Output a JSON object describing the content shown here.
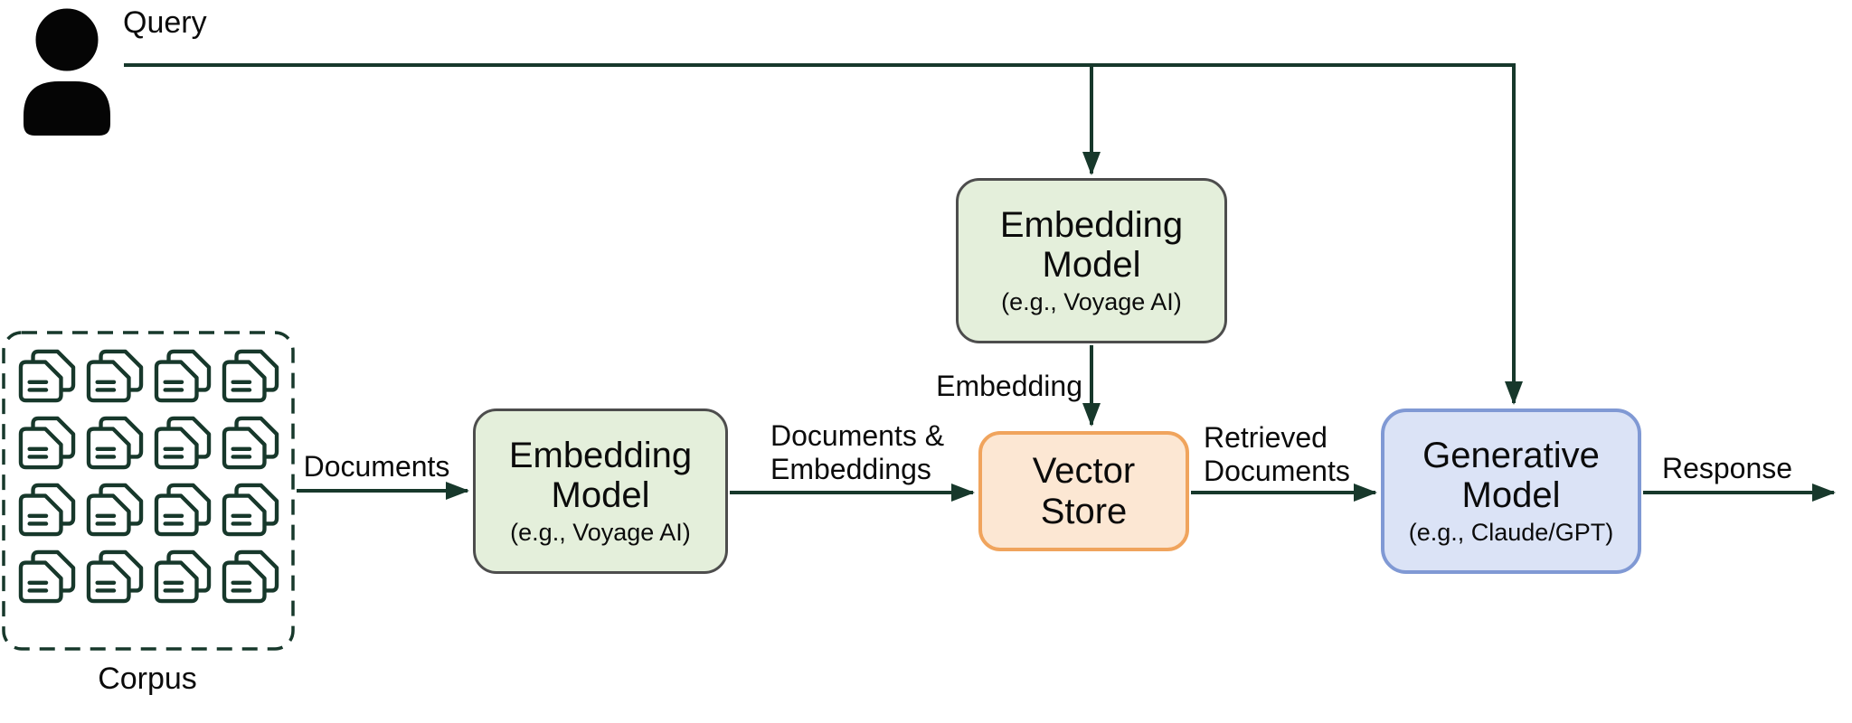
{
  "colors": {
    "line": "#17382b",
    "text": "#111111",
    "green_fill": "#e4efdb",
    "green_border": "#4d4d4d",
    "orange_fill": "#fce7d3",
    "orange_border": "#f0a45d",
    "blue_fill": "#dbe3f6",
    "blue_border": "#8099d4"
  },
  "actor": {
    "icon": "person-icon",
    "query_label": "Query"
  },
  "corpus": {
    "label": "Corpus",
    "document_count": 16,
    "icon": "document-icon"
  },
  "nodes": {
    "embedding_model_query": {
      "title": "Embedding\nModel",
      "subtitle": "(e.g., Voyage AI)"
    },
    "embedding_model_ingest": {
      "title": "Embedding\nModel",
      "subtitle": "(e.g., Voyage AI)"
    },
    "vector_store": {
      "title": "Vector\nStore"
    },
    "generative_model": {
      "title": "Generative\nModel",
      "subtitle": "(e.g., Claude/GPT)"
    }
  },
  "edges": {
    "documents": "Documents",
    "documents_embeddings": "Documents &\nEmbeddings",
    "embedding": "Embedding",
    "retrieved_documents": "Retrieved\nDocuments",
    "response": "Response"
  }
}
